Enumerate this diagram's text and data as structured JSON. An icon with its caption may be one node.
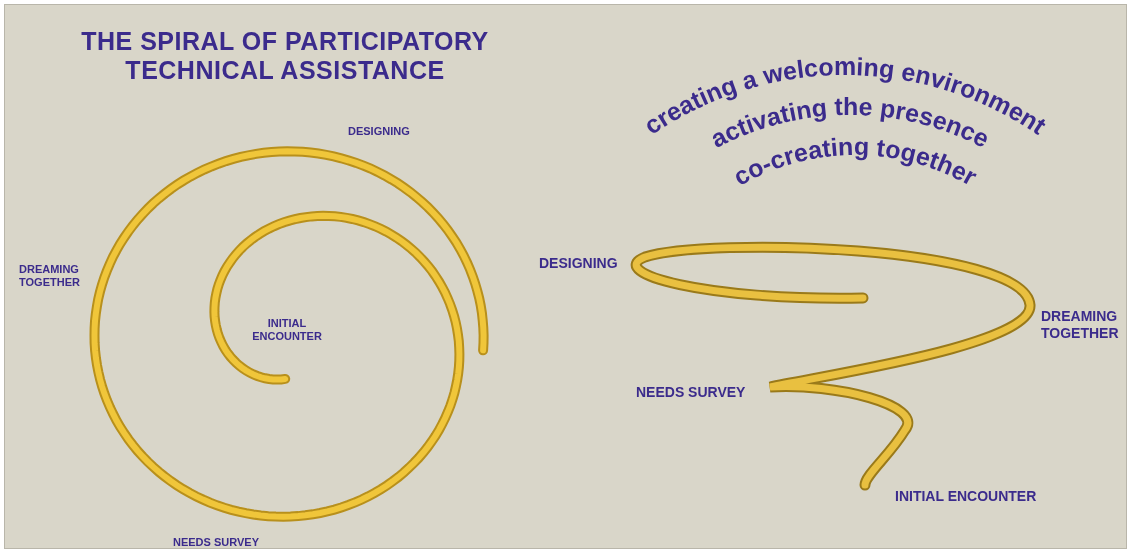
{
  "diagram": {
    "title": "THE SPIRAL OF PARTICIPATORY TECHNICAL ASSISTANCE",
    "labels": [
      "creating a welcoming environment",
      "activating the presence",
      "co-creating together",
      "DESIGNING",
      "DREAMING TOGETHER",
      "INITIAL ENCOUNTER",
      "NEEDS SURVEY",
      "DESIGNING",
      "DREAMING TOGETHER",
      "NEEDS SURVEY",
      "INITIAL ENCOUNTER"
    ]
  }
}
